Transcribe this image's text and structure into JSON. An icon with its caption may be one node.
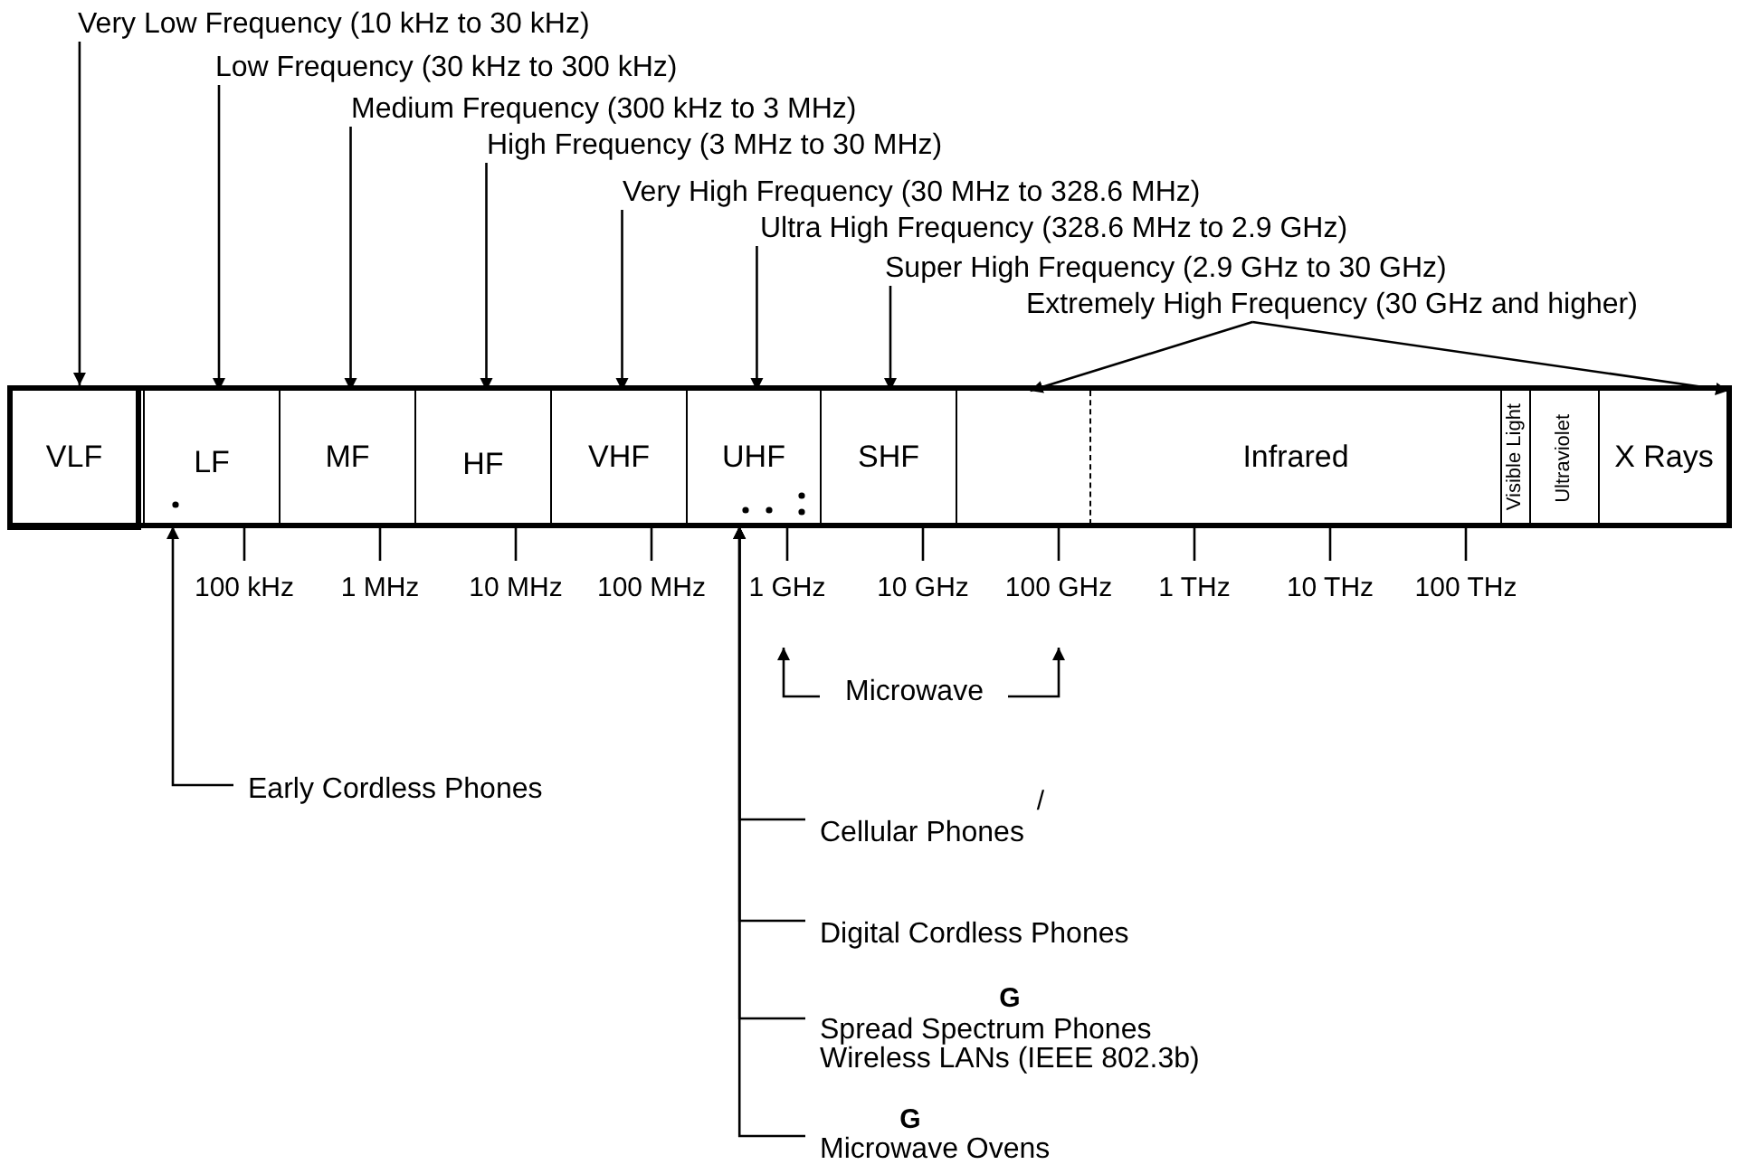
{
  "diagram": {
    "nodes": [
      {
        "text": [
          "Very Low Frequency (10 kHz to 30 kHz)"
        ]
      },
      {
        "text": [
          "Low Frequency (30 kHz to 300 kHz)"
        ]
      },
      {
        "text": [
          "Medium Frequency (300 kHz to 3 MHz)"
        ]
      },
      {
        "text": [
          "High Frequency (3 MHz to 30 MHz)"
        ]
      },
      {
        "text": [
          "Very High Frequency (30 MHz to 328.6 MHz)"
        ]
      },
      {
        "text": [
          "Ultra High Frequency (328.6 MHz to 2.9 GHz)"
        ]
      },
      {
        "text": [
          "Super High Frequency (2.9 GHz to 30 GHz)"
        ]
      },
      {
        "text": [
          "Extremely High Frequency (30 GHz and higher)"
        ]
      },
      {
        "text": [
          "VLF"
        ]
      },
      {
        "text": [
          "LF"
        ]
      },
      {
        "text": [
          "MF"
        ]
      },
      {
        "text": [
          "HF"
        ]
      },
      {
        "text": [
          "VHF"
        ]
      },
      {
        "text": [
          "UHF"
        ]
      },
      {
        "text": [
          "SHF"
        ]
      },
      {
        "text": [],
        "shape": "box"
      },
      {
        "text": [
          "Infrared"
        ]
      },
      {
        "text": [
          "Visible Light"
        ]
      },
      {
        "text": [
          "Ultraviolet"
        ]
      },
      {
        "text": [
          "X Rays"
        ]
      },
      {
        "text": [
          "Microwave"
        ]
      },
      {
        "text": [
          "Early Cordless Phones"
        ]
      },
      {
        "text": [
          "Cellular Phones"
        ]
      },
      {
        "text": [
          "Digital Cordless Phones"
        ]
      },
      {
        "text": [
          "Spread Spectrum Phones",
          "Wireless LANs (IEEE 802.3b)"
        ]
      },
      {
        "text": [
          "Microwave Ovens"
        ]
      }
    ],
    "edges": [
      {
        "from": 0,
        "to": 8,
        "arrow": "to"
      },
      {
        "from": 1,
        "to": 9,
        "arrow": "to"
      },
      {
        "from": 2,
        "to": 10,
        "arrow": "to"
      },
      {
        "from": 3,
        "to": 11,
        "arrow": "to"
      },
      {
        "from": 4,
        "to": 12,
        "arrow": "to"
      },
      {
        "from": 5,
        "to": 13,
        "arrow": "to"
      },
      {
        "from": 6,
        "to": 14,
        "arrow": "to"
      },
      {
        "from": 7,
        "to": 15,
        "arrow": "to"
      },
      {
        "from": 7,
        "to": 19,
        "arrow": "to"
      },
      {
        "from": 20,
        "to": null,
        "arrow": "to"
      },
      {
        "from": 20,
        "to": null,
        "arrow": "to"
      },
      {
        "from": 21,
        "to": 9,
        "arrow": "to"
      },
      {
        "from": 22,
        "to": 13,
        "arrow": "to"
      },
      {
        "from": 23,
        "to": 13,
        "arrow": "to"
      },
      {
        "from": 24,
        "to": 13,
        "arrow": "to"
      },
      {
        "from": 25,
        "to": 13,
        "arrow": "to"
      }
    ],
    "labels": [
      "100 kHz",
      "1 MHz",
      "10 MHz",
      "100 MHz",
      "1 GHz",
      "10 GHz",
      "100 GHz",
      "1 THz",
      "10 THz",
      "100 THz",
      "/",
      "G",
      "G"
    ]
  }
}
